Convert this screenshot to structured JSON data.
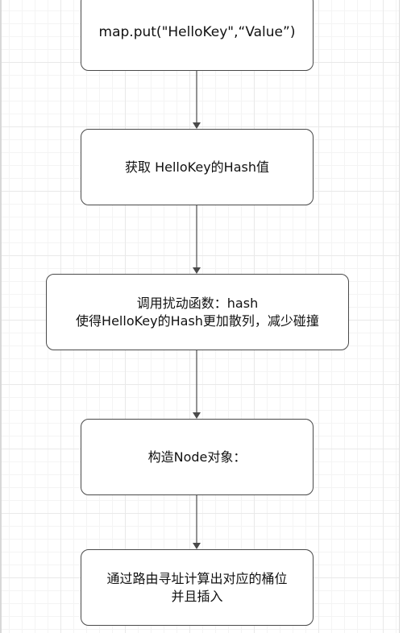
{
  "colors": {
    "stroke": "#4a4a4a",
    "grid": "#e9e9e9",
    "text": "#111111"
  },
  "nodes": [
    {
      "id": "put",
      "lines": [
        "map.put(\"HelloKey\",“Value”)"
      ]
    },
    {
      "id": "get-hash",
      "lines": [
        "获取 HelloKey的Hash值"
      ]
    },
    {
      "id": "hash-func",
      "lines": [
        "调用扰动函数：hash",
        "使得HelloKey的Hash更加散列，减少碰撞"
      ]
    },
    {
      "id": "construct-node",
      "lines": [
        "构造Node对象："
      ]
    },
    {
      "id": "route-insert",
      "lines": [
        "通过路由寻址计算出对应的桶位",
        "并且插入"
      ]
    }
  ],
  "edges": [
    {
      "from": "put",
      "to": "get-hash"
    },
    {
      "from": "get-hash",
      "to": "hash-func"
    },
    {
      "from": "hash-func",
      "to": "construct-node"
    },
    {
      "from": "construct-node",
      "to": "route-insert"
    }
  ]
}
